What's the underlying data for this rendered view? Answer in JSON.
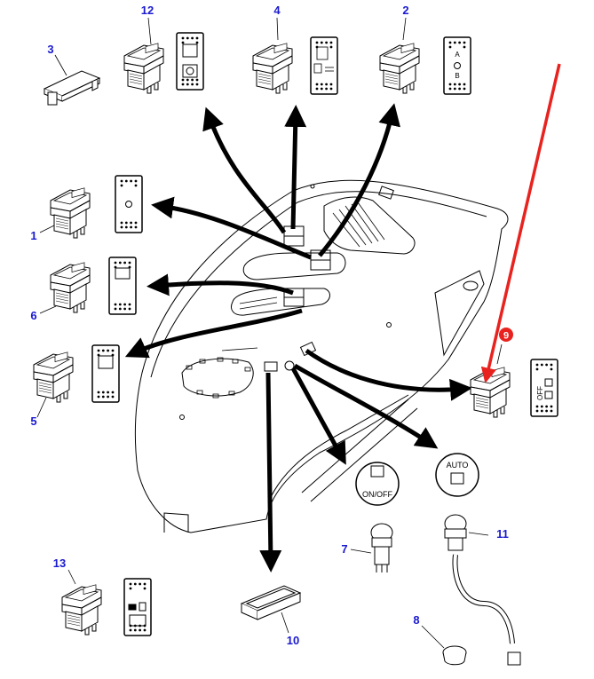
{
  "diagram": {
    "title": "Right-hand console switches - parts diagram",
    "colors": {
      "callout_text": "#1a1ad0",
      "line": "#000000",
      "highlight_arrow": "#e8231f",
      "highlight_badge": "#e8231f",
      "badge_text": "#ffffff",
      "background": "#ffffff"
    },
    "callouts": [
      {
        "id": "1",
        "label": "1",
        "part": "rocker switch"
      },
      {
        "id": "2",
        "label": "2",
        "part": "rocker switch"
      },
      {
        "id": "3",
        "label": "3",
        "part": "blanking cover"
      },
      {
        "id": "4",
        "label": "4",
        "part": "rocker switch"
      },
      {
        "id": "5",
        "label": "5",
        "part": "rocker switch"
      },
      {
        "id": "6",
        "label": "6",
        "part": "rocker switch"
      },
      {
        "id": "7",
        "label": "7",
        "part": "push button switch"
      },
      {
        "id": "8",
        "label": "8",
        "part": "plug cap"
      },
      {
        "id": "9",
        "label": "9",
        "part": "rocker switch",
        "highlighted": true
      },
      {
        "id": "10",
        "label": "10",
        "part": "switch bezel"
      },
      {
        "id": "11",
        "label": "11",
        "part": "push button switch with harness"
      },
      {
        "id": "12",
        "label": "12",
        "part": "rocker switch"
      },
      {
        "id": "13",
        "label": "13",
        "part": "rocker switch"
      }
    ],
    "symbol_plates": {
      "switch_2": {
        "top": "A",
        "bottom": "B",
        "icon": "lamp-icon"
      },
      "switch_9": {
        "label": "OFF",
        "icon": "auto-light-icon"
      },
      "switch_12": {
        "icon": "tractor-icon"
      },
      "switch_4": {
        "icon": "seat-icon"
      },
      "switch_1": {
        "icon": "lamp-icon"
      },
      "switch_6": {
        "icon": "engine-icon"
      },
      "switch_5": {
        "icon": "4wd-icon"
      },
      "switch_13": {
        "icon": "pto-icon"
      }
    },
    "button_symbols": {
      "button_7": {
        "label": "ON/OFF",
        "icon": "light-onoff-icon"
      },
      "button_11": {
        "label": "AUTO",
        "icon": "light-auto-icon"
      }
    }
  }
}
